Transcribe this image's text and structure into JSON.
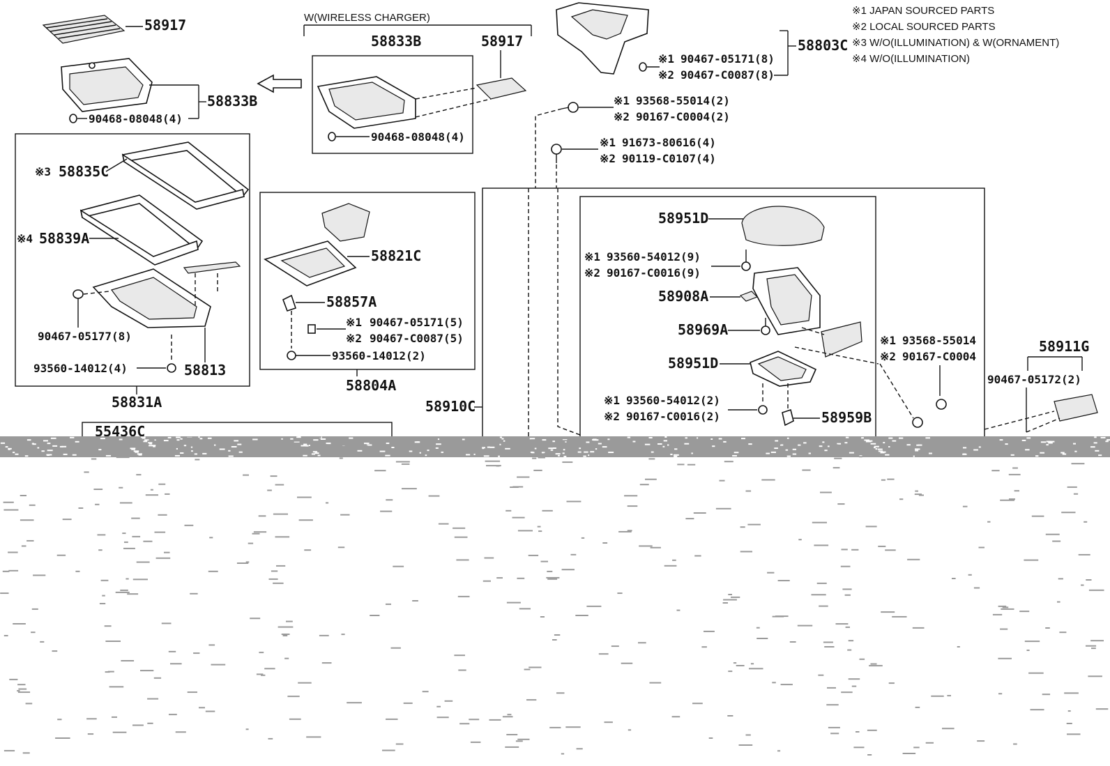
{
  "legend": [
    "※1 JAPAN SOURCED PARTS",
    "※2 LOCAL SOURCED PARTS",
    "※3 W/O(ILLUMINATION) & W(ORNAMENT)",
    "※4 W/O(ILLUMINATION)"
  ],
  "group_title": "W(WIRELESS CHARGER)",
  "labels": {
    "tl_58917": "58917",
    "tl_58833B": "58833B",
    "tl_90468": "90468-08048(4)",
    "wc_58833B": "58833B",
    "wc_58917": "58917",
    "wc_90468": "90468-08048(4)",
    "bezel_58835C": "58835C",
    "bezel_58839A": "58839A",
    "bezel_90467": "90467-05177(8)",
    "bezel_93560": "93560-14012(4)",
    "bezel_58813": "58813",
    "bezel_58831A": "58831A",
    "boot_58821C": "58821C",
    "boot_58857A": "58857A",
    "boot_90467_1": "90467-05171(5)",
    "boot_90467_2": "90467-C0087(5)",
    "boot_93560": "93560-14012(2)",
    "boot_58804A": "58804A",
    "top_58803C": "58803C",
    "top_90467_1": "90467-05171(8)",
    "top_90467_2": "90467-C0087(8)",
    "scr_93568": "93568-55014(2)",
    "scr_90167": "90167-C0004(2)",
    "bolt_91673": "91673-80616(4)",
    "bolt_90119": "90119-C0107(4)",
    "arm_58951D_a": "58951D",
    "arm_93560": "93560-54012(9)",
    "arm_90167": "90167-C0016(9)",
    "arm_58908A": "58908A",
    "arm_58969A": "58969A",
    "arm_58951D_b": "58951D",
    "arm_93560b": "93560-54012(2)",
    "arm_90167b": "90167-C0016(2)",
    "arm_58959B": "58959B",
    "box_58910C": "58910C",
    "right_93568": "93568-55014",
    "right_90167": "90167-C0004",
    "right_58911G": "58911G",
    "right_90467": "90467-05172(2)",
    "cut_55436C": "55436C"
  },
  "marks": {
    "m1": "※1",
    "m2": "※2",
    "m3": "※3",
    "m4": "※4"
  }
}
